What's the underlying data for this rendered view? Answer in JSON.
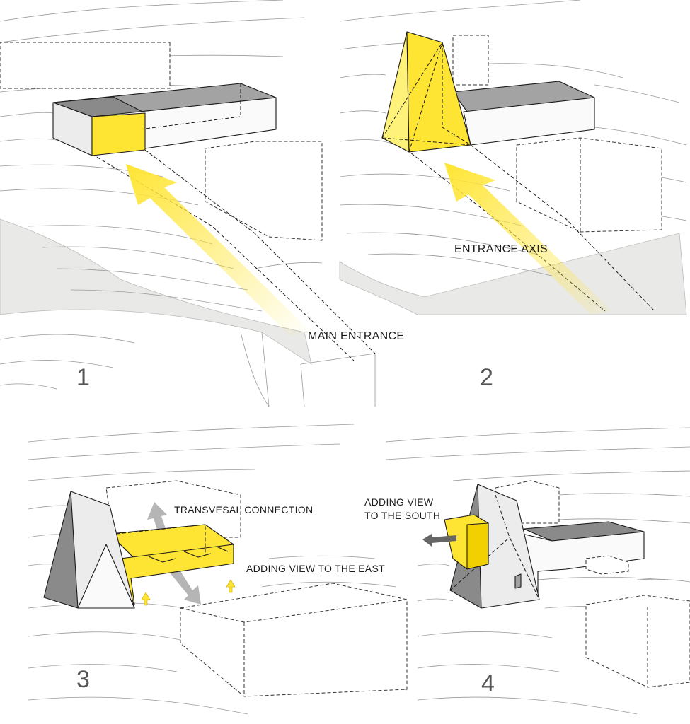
{
  "panels": [
    {
      "number": "1",
      "labels": [
        "MAIN ENTRANCE"
      ]
    },
    {
      "number": "2",
      "labels": [
        "ENTRANCE AXIS"
      ]
    },
    {
      "number": "3",
      "labels": [
        "TRANSVESAL CONNECTION",
        "ADDING VIEW TO THE EAST"
      ]
    },
    {
      "number": "4",
      "labels": [
        "ADDING VIEW",
        "TO THE SOUTH"
      ]
    }
  ],
  "colors": {
    "accent": "#ffe533",
    "dark_grey": "#8a8a8a",
    "light_grey": "#ececec"
  }
}
